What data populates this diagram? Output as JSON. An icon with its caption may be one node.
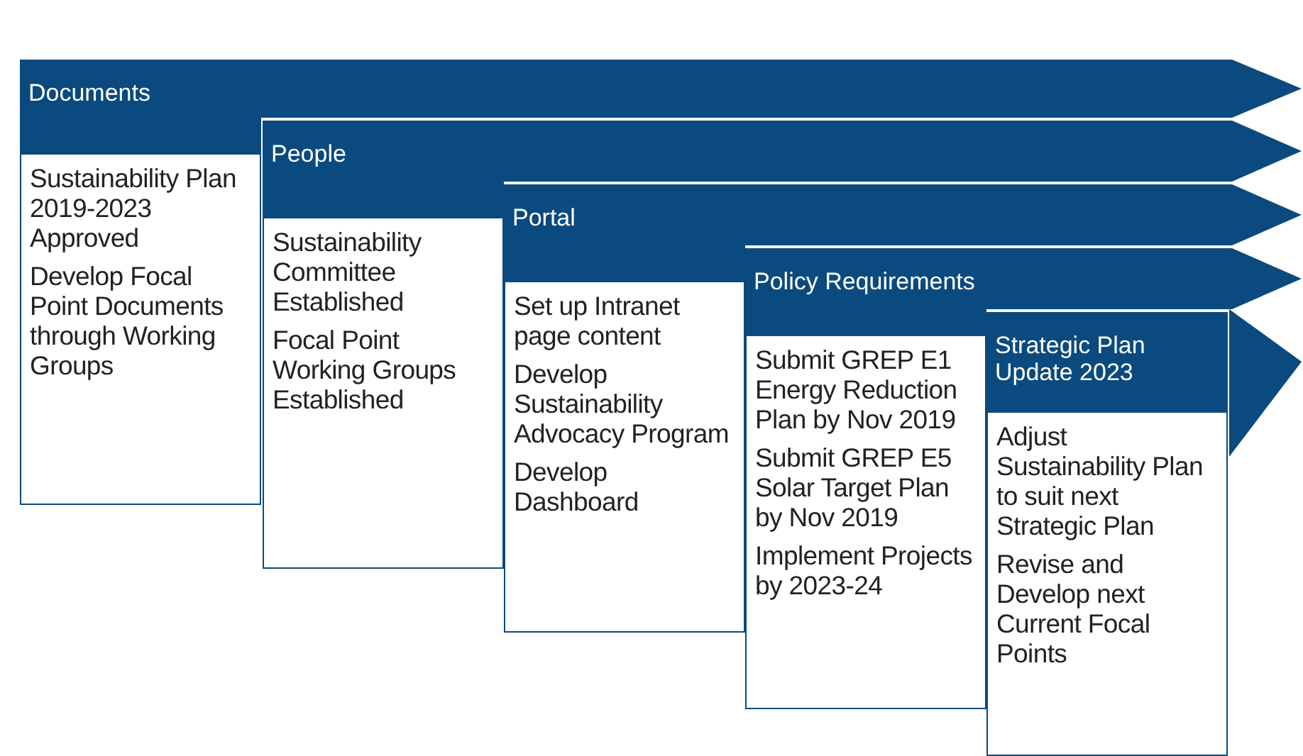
{
  "diagram": {
    "nodes": [
      {
        "text": [
          "Documents"
        ]
      },
      {
        "text": [
          "Sustainability Plan 2019-2023 Approved",
          "Develop Focal Point Documents through Working Groups"
        ]
      },
      {
        "text": [
          "People"
        ]
      },
      {
        "text": [
          "Sustainability Committee Established",
          "Focal Point Working Groups Established"
        ]
      },
      {
        "text": [
          "Portal"
        ]
      },
      {
        "text": [
          "Set up Intranet page content",
          "Develop Sustainability Advocacy Program",
          "Develop Dashboard"
        ]
      },
      {
        "text": [
          "Policy Requirements"
        ]
      },
      {
        "text": [
          "Submit GREP E1 Energy Reduction Plan by Nov 2019",
          "Submit GREP E5 Solar Target Plan by Nov 2019",
          "Implement Projects by 2023-24"
        ]
      },
      {
        "text": [
          "Strategic Plan Update 2023"
        ]
      },
      {
        "text": [
          "Adjust Sustainability Plan to suit next Strategic Plan",
          "Revise and Develop next Current Focal Points"
        ]
      }
    ]
  }
}
